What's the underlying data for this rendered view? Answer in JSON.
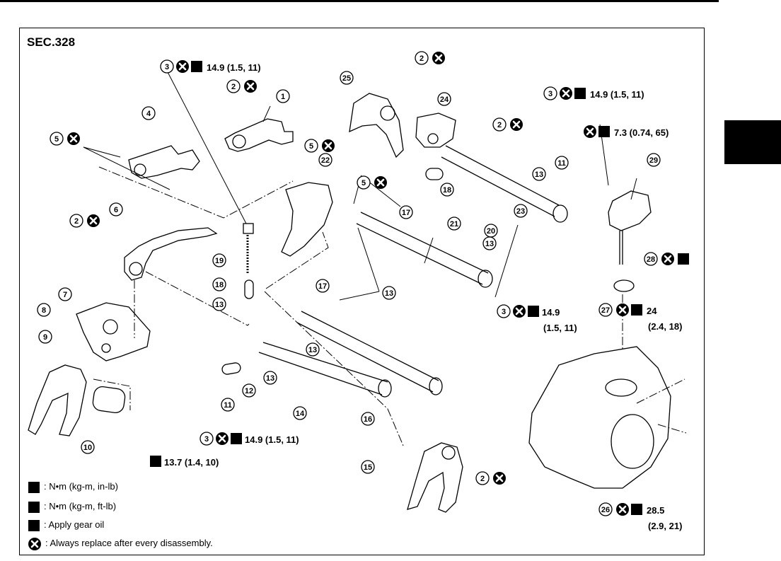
{
  "section": "SEC.328",
  "parts": [
    {
      "num": "1"
    },
    {
      "num": "2"
    },
    {
      "num": "3"
    },
    {
      "num": "4"
    },
    {
      "num": "5"
    },
    {
      "num": "6"
    },
    {
      "num": "7"
    },
    {
      "num": "8"
    },
    {
      "num": "9"
    },
    {
      "num": "10"
    },
    {
      "num": "11"
    },
    {
      "num": "12"
    },
    {
      "num": "13"
    },
    {
      "num": "14"
    },
    {
      "num": "15"
    },
    {
      "num": "16"
    },
    {
      "num": "17"
    },
    {
      "num": "18"
    },
    {
      "num": "19"
    },
    {
      "num": "20"
    },
    {
      "num": "21"
    },
    {
      "num": "22"
    },
    {
      "num": "23"
    },
    {
      "num": "24"
    },
    {
      "num": "25"
    },
    {
      "num": "26"
    },
    {
      "num": "27"
    },
    {
      "num": "28"
    },
    {
      "num": "29"
    }
  ],
  "torque": {
    "t149_top": "14.9 (1.5, 11)",
    "t149_right": "14.9 (1.5, 11)",
    "t149_mid": "14.9",
    "t149_mid2": "(1.5, 11)",
    "t149_bottom": "14.9 (1.5, 11)",
    "t73": "7.3 (0.74, 65)",
    "t24": "24",
    "t24b": "(2.4, 18)",
    "t137": "13.7 (1.4, 10)",
    "t285": "28.5",
    "t285b": "(2.9, 21)"
  },
  "legend": {
    "nm_inlb": ": N•m (kg-m, in-lb)",
    "nm_ftlb": ": N•m (kg-m, ft-lb)",
    "gear_oil": ": Apply gear oil",
    "replace": ": Always replace after every disassembly."
  },
  "icons": [
    "replace-icon",
    "torque-ftlb-icon",
    "torque-inlb-icon",
    "gear-oil-icon"
  ]
}
